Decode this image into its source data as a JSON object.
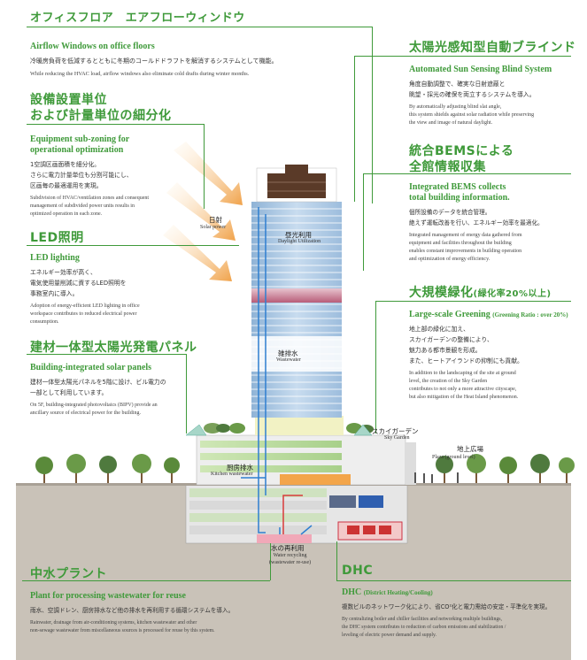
{
  "airflow": {
    "jp_title": "オフィスフロア　エアフローウィンドウ",
    "en_title": "Airflow Windows on office floors",
    "jp_body": "冷暖房負荷を低減するとともに冬期のコールドドラフトを解消するシステムとして機能。",
    "en_body": "While reducing the HVAC load, airflow windows also eliminate cold drafts during winter months."
  },
  "blind": {
    "jp_title": "太陽光感知型自動ブラインド",
    "en_title": "Automated Sun Sensing Blind System",
    "jp_body": "角度自動調整で、確実な日射遮蔽と\n眺望・採光の確保を両立するシステムを導入。",
    "en_body": "By automatically adjusting blind slat angle,\nthis system shields against solar radiation while preserving\nthe view and image of natural daylight."
  },
  "subzoning": {
    "jp_title": "設備設置単位\nおよび計量単位の細分化",
    "en_title": "Equipment sub-zoning for\noperational optimization",
    "jp_body": "1空調区画面積を細分化。\nさらに電力計量単位も分割可能にし、\n区画毎の最適運用を実現。",
    "en_body": "Subdivision of HVAC/ventilation zones and consequent\nmanagement of subdivided power units results in\noptimized operation in each zone."
  },
  "bems": {
    "jp_title": "統合BEMSによる\n全館情報収集",
    "en_title": "Integrated BEMS collects\ntotal building information.",
    "jp_body": "個所設備のデータを統合管理。\n絶えず運転改善を行い、エネルギー効率を最適化。",
    "en_body": "Integrated management of energy data gathered from\nequipment and facilities throughout the building\nenables constant improvements in building operation\nand optimization of energy efficiency."
  },
  "led": {
    "jp_title": "LED照明",
    "en_title": "LED lighting",
    "jp_body": "エネルギー効率が高く、\n電気使用量削減に資するLED照明を\n事務室内に導入。",
    "en_body": "Adoption of energy-efficient LED lighting in office\nworkspace contributes to reduced electrical power\nconsumption."
  },
  "greening": {
    "jp_title": "大規模緑化",
    "jp_sub": "(緑化率20%以上)",
    "en_title": "Large-scale Greening",
    "en_sub": "(Greening Ratio : over 20%)",
    "jp_body": "地上部の緑化に加え、\nスカイガーデンの整備により、\n魅力ある都市景観を形成。\nまた、ヒートアイランドの抑制にも貢献。",
    "en_body": "In addition to the landscaping of the site at ground\nlevel, the creation of the Sky Garden\ncontributes to not only a more attractive cityscape,\nbut also mitigation of the Heat Island phenomenon."
  },
  "solar": {
    "jp_title": "建材一体型太陽光発電パネル",
    "en_title": "Building-integrated solar panels",
    "jp_body": "建材一体型太陽光パネルを5階に設け、ビル電力の\n一部として利用しています。",
    "en_body": "On 5F, building-integrated photovoltaics (BIPV) provide an\nancillary source of electrical power for the building."
  },
  "wastewater": {
    "jp_title": "中水プラント",
    "en_title": "Plant for processing wastewater for reuse",
    "jp_body": "雨水、空調ドレン、厨房排水など他の排水を再利用する循環システムを導入。",
    "en_body": "Rainwater, drainage from air-conditioning systems, kitchen wastewater and other\nnon-sewage wastewater from miscellaneous sources is processed for reuse by this system."
  },
  "dhc": {
    "jp_title": "DHC",
    "en_title": "DHC",
    "en_sub": "(District Heating/Cooling)",
    "jp_body": "複数ビルのネットワーク化により、省CO²化と電力需給の安定・平準化を実現。",
    "en_body": "By centralizing boiler and chiller facilities and networking multiple buildings,\nthe DHC system contributes to reduction of carbon emissions and stabilization /\nleveling of electric power demand and supply."
  },
  "labels": {
    "solar_power_jp": "日射",
    "solar_power_en": "Solar power",
    "daylight_jp": "昼光利用",
    "daylight_en": "Daylight Utilization",
    "wastewater_jp": "雑排水",
    "wastewater_en": "Wastewater",
    "skygarden_jp": "スカイガーデン",
    "skygarden_en": "Sky Garden",
    "plaza_jp": "地上広場",
    "plaza_en": "Plaza (ground level)",
    "kitchen_jp": "厨房排水",
    "kitchen_en": "Kitchen wastewater",
    "recycling_jp": "水の再利用",
    "recycling_en": "Water recycling\n(wastewater re-use)"
  },
  "colors": {
    "accent": "#3f9a3a",
    "ground": "#c9c2b8",
    "glass": "#a9c5df",
    "arrow": "#f0a24a",
    "pipe_blue": "#2f7fd0",
    "pipe_red": "#d93a3a"
  }
}
